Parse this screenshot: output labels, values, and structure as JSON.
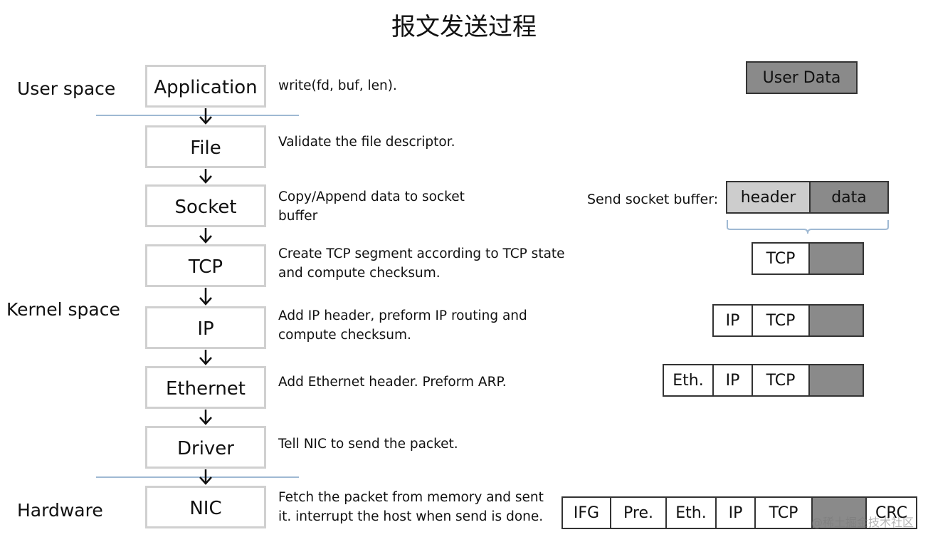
{
  "title": "报文发送过程",
  "spaces": {
    "user": "User space",
    "kernel": "Kernel space",
    "hardware": "Hardware"
  },
  "layers": [
    {
      "label": "Application",
      "desc": [
        "write(fd, buf, len)."
      ]
    },
    {
      "label": "File",
      "desc": [
        "Validate the file descriptor."
      ]
    },
    {
      "label": "Socket",
      "desc": [
        "Copy/Append data to socket",
        "buffer"
      ]
    },
    {
      "label": "TCP",
      "desc": [
        "Create TCP segment according to TCP state",
        "and compute checksum."
      ]
    },
    {
      "label": "IP",
      "desc": [
        "Add IP header, preform IP routing and",
        "compute checksum."
      ]
    },
    {
      "label": "Ethernet",
      "desc": [
        "Add Ethernet header. Preform ARP."
      ]
    },
    {
      "label": "Driver",
      "desc": [
        "Tell NIC to send the packet."
      ]
    },
    {
      "label": "NIC",
      "desc": [
        "Fetch the packet from memory and sent",
        "it. interrupt the host when send is done."
      ]
    }
  ],
  "packets": {
    "user_data": "User Data",
    "send_buffer_label": "Send socket buffer:",
    "send_buffer": [
      "header",
      "data"
    ],
    "tcp": [
      "TCP",
      ""
    ],
    "ip": [
      "IP",
      "TCP",
      ""
    ],
    "eth": [
      "Eth.",
      "IP",
      "TCP",
      ""
    ],
    "frame": [
      "IFG",
      "Pre.",
      "Eth.",
      "IP",
      "TCP",
      "",
      "CRC"
    ]
  },
  "watermark": "@稀土掘金技术社区",
  "colors": {
    "payload": "#8a8a8a",
    "header_fill": "#cdcdcd",
    "layer_border": "#d0d0d0",
    "divider": "#9fb9d3"
  }
}
